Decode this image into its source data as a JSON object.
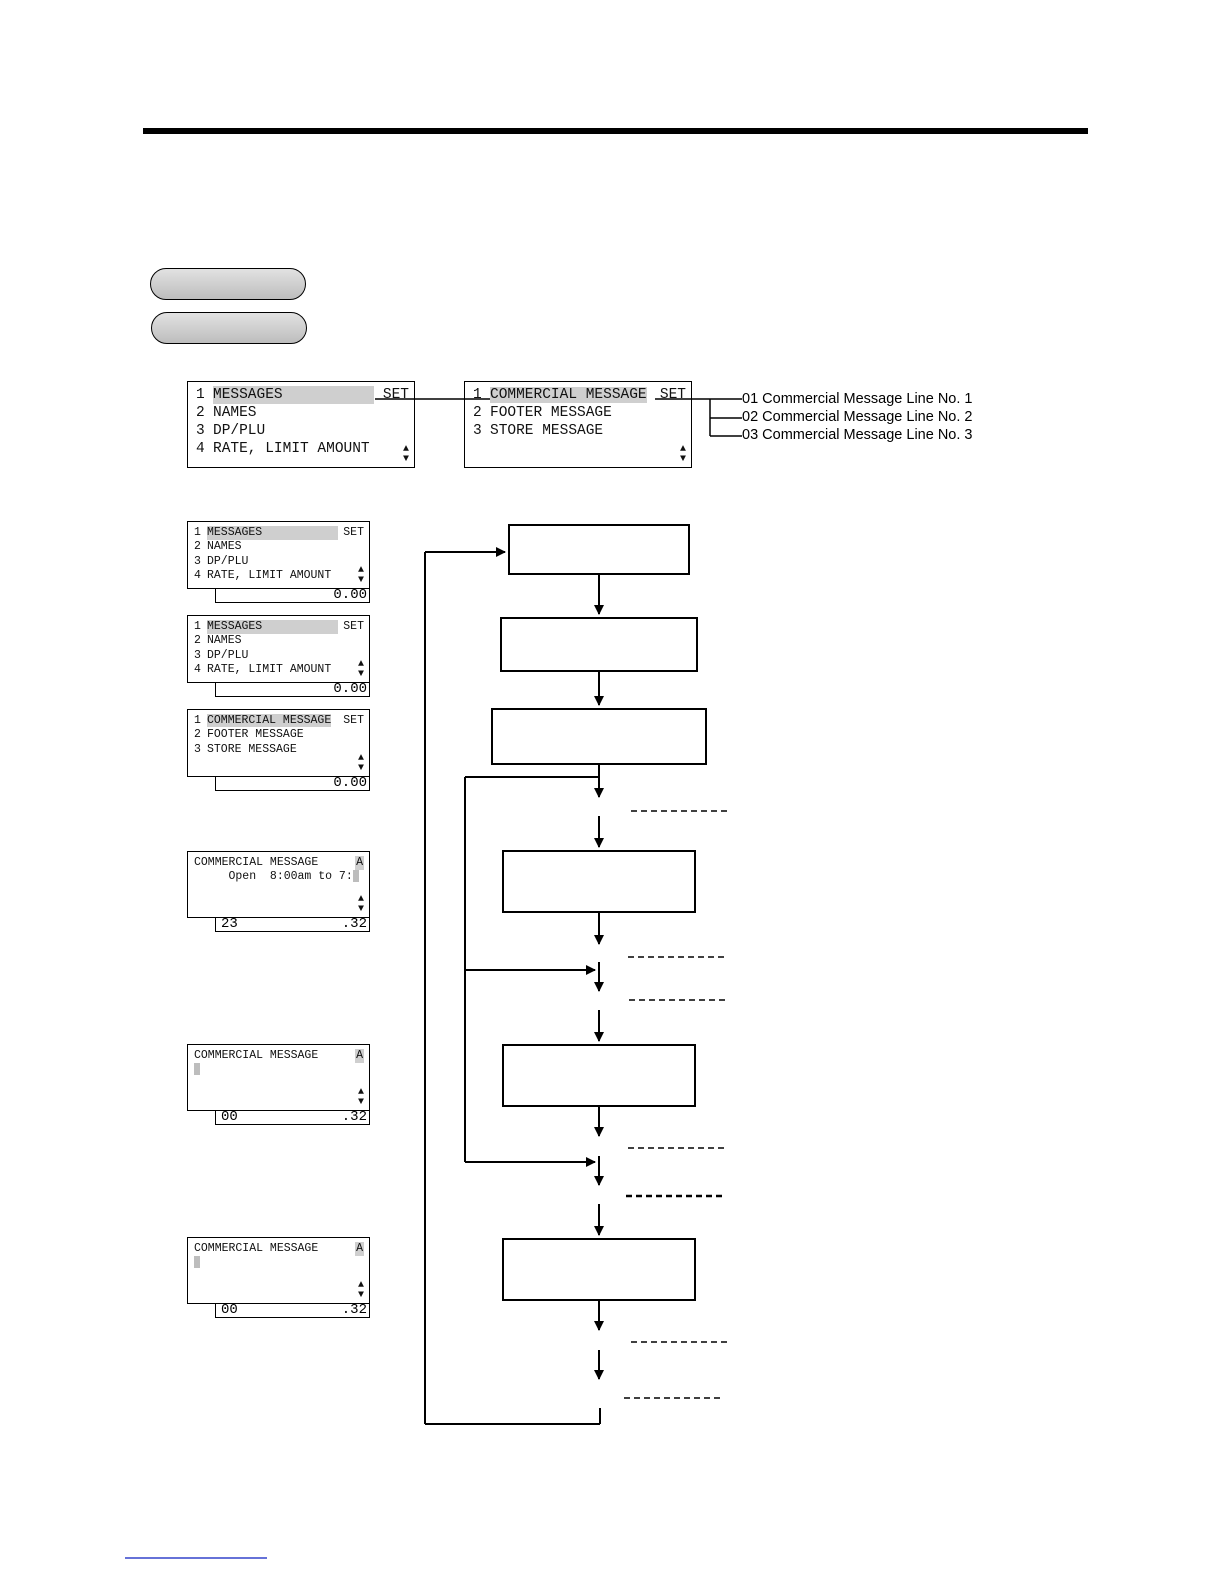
{
  "menu_main": {
    "items": [
      {
        "num": "1",
        "label": "MESSAGES"
      },
      {
        "num": "2",
        "label": "NAMES"
      },
      {
        "num": "3",
        "label": "DP/PLU"
      },
      {
        "num": "4",
        "label": "RATE, LIMIT AMOUNT"
      }
    ],
    "set_label": "SET"
  },
  "menu_messages": {
    "items": [
      {
        "num": "1",
        "label": "COMMERCIAL MESSAGE"
      },
      {
        "num": "2",
        "label": "FOOTER MESSAGE"
      },
      {
        "num": "3",
        "label": "STORE MESSAGE"
      }
    ],
    "set_label": "SET"
  },
  "message_lines": [
    "01 Commercial Message Line No. 1",
    "02 Commercial Message Line No. 2",
    "03 Commercial Message Line No. 3"
  ],
  "amount_display": "0.00",
  "commercial_screen": {
    "title": "COMMERCIAL MESSAGE",
    "mode": "A",
    "text": "     Open  8:00am to 7:",
    "counter1_left": "23",
    "counter_right": ".32",
    "counter2_left": "00"
  }
}
